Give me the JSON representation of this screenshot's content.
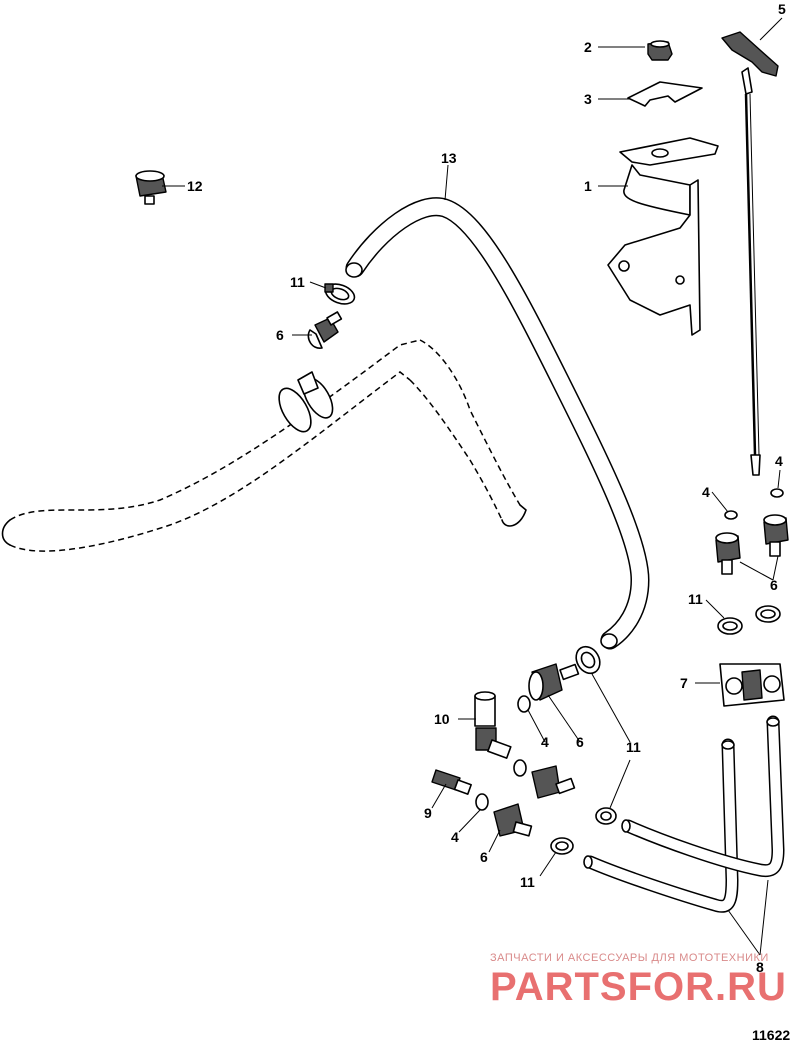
{
  "callouts": {
    "c1": "1",
    "c2": "2",
    "c3": "3",
    "c4a": "4",
    "c4b": "4",
    "c4c": "4",
    "c4d": "4",
    "c5": "5",
    "c6a": "6",
    "c6b": "6",
    "c6c": "6",
    "c6d": "6",
    "c7": "7",
    "c8": "8",
    "c9": "9",
    "c10": "10",
    "c11a": "11",
    "c11b": "11",
    "c11c": "11",
    "c11d": "11",
    "c12": "12",
    "c13": "13"
  },
  "figure_number": "11622",
  "watermark": {
    "caption": "ЗАПЧАСТИ И АКСЕССУАРЫ ДЛЯ МОТОТЕХНИКИ",
    "brand": "PARTSFOR.RU",
    "color": "#e87070"
  }
}
